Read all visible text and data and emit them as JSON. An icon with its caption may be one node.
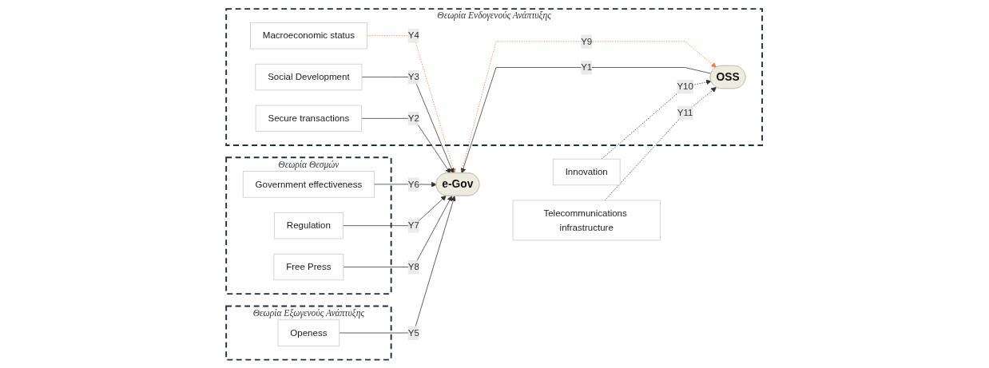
{
  "diagram": {
    "nodes": [
      {
        "text": [
          "Θεωρία Θεσμών"
        ]
      },
      {
        "text": [
          "Government effectiveness"
        ],
        "in": 0
      },
      {
        "text": [
          "Regulation"
        ],
        "in": 0
      },
      {
        "text": [
          "Free Press"
        ],
        "in": 0
      },
      {
        "text": [
          "Θεωρία Εξωγενούς Ανάπτυξης"
        ]
      },
      {
        "text": [
          "Openess"
        ],
        "in": 4
      },
      {
        "text": [
          "Θεωρία Ενδογενούς Ανάπτυξης"
        ]
      },
      {
        "text": [
          "Macroeconomic status"
        ],
        "in": 6
      },
      {
        "text": [
          "Social Development"
        ],
        "in": 6
      },
      {
        "text": [
          "Secure transactions"
        ],
        "in": 6
      },
      {
        "text": [
          "e-Gov"
        ]
      },
      {
        "text": [
          "OSS"
        ],
        "in": 6
      },
      {
        "text": [
          "Innovation"
        ]
      },
      {
        "text": [
          "Telecommunications infrastructure"
        ]
      }
    ],
    "edges": [
      {
        "from": 1,
        "to": 10,
        "arrow": "to",
        "label": "Y6"
      },
      {
        "from": 2,
        "to": 10,
        "arrow": "to",
        "label": "Y7"
      },
      {
        "from": 3,
        "to": 10,
        "arrow": "to",
        "label": "Y8"
      },
      {
        "from": 5,
        "to": 10,
        "arrow": "to",
        "label": "Y5"
      },
      {
        "from": 7,
        "to": 10,
        "arrow": "to",
        "label": "Y4",
        "style": "dashed",
        "color": "#e8803a"
      },
      {
        "from": 8,
        "to": 10,
        "arrow": "to",
        "label": "Y3"
      },
      {
        "from": 9,
        "to": 10,
        "arrow": "to",
        "label": "Y2"
      },
      {
        "from": 11,
        "to": 10,
        "arrow": "to",
        "label": "Y1"
      },
      {
        "from": 10,
        "to": 11,
        "arrow": "to",
        "label": "Y9",
        "style": "dashed",
        "color": "#e8803a"
      },
      {
        "from": 12,
        "to": 11,
        "arrow": "to",
        "label": "Y10",
        "style": "dashed"
      },
      {
        "from": 13,
        "to": 11,
        "arrow": "to",
        "label": "Y11",
        "style": "dashed"
      }
    ]
  }
}
